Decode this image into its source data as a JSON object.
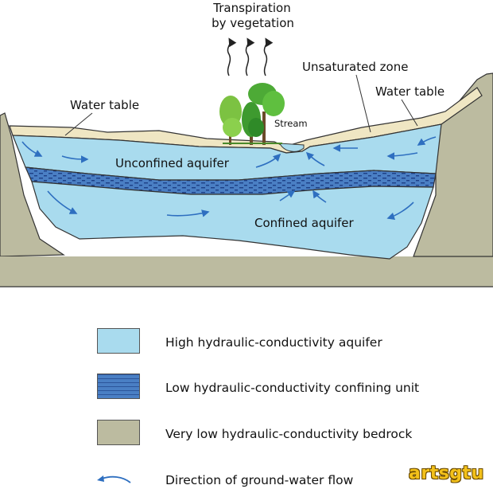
{
  "labels": {
    "transpiration_line1": "Transpiration",
    "transpiration_line2": "by vegetation",
    "unsaturated_zone": "Unsaturated zone",
    "water_table_left": "Water table",
    "water_table_right": "Water table",
    "stream": "Stream",
    "unconfined_aquifer": "Unconfined aquifer",
    "confined_aquifer": "Confined aquifer"
  },
  "legend": [
    {
      "label": "High hydraulic-conductivity aquifer",
      "swatch": "aquifer"
    },
    {
      "label": "Low hydraulic-conductivity confining unit",
      "swatch": "confining"
    },
    {
      "label": "Very low hydraulic-conductivity bedrock",
      "swatch": "bedrock"
    },
    {
      "label": "Direction of ground-water flow",
      "swatch": "flow-arrow"
    }
  ],
  "watermark": "artsgtu",
  "colors": {
    "aquifer": "#a9dbee",
    "confining": "#4a7fc4",
    "bedrock": "#bcbba0",
    "unsaturated": "#efe6c3",
    "arrow": "#2e6fc0"
  }
}
